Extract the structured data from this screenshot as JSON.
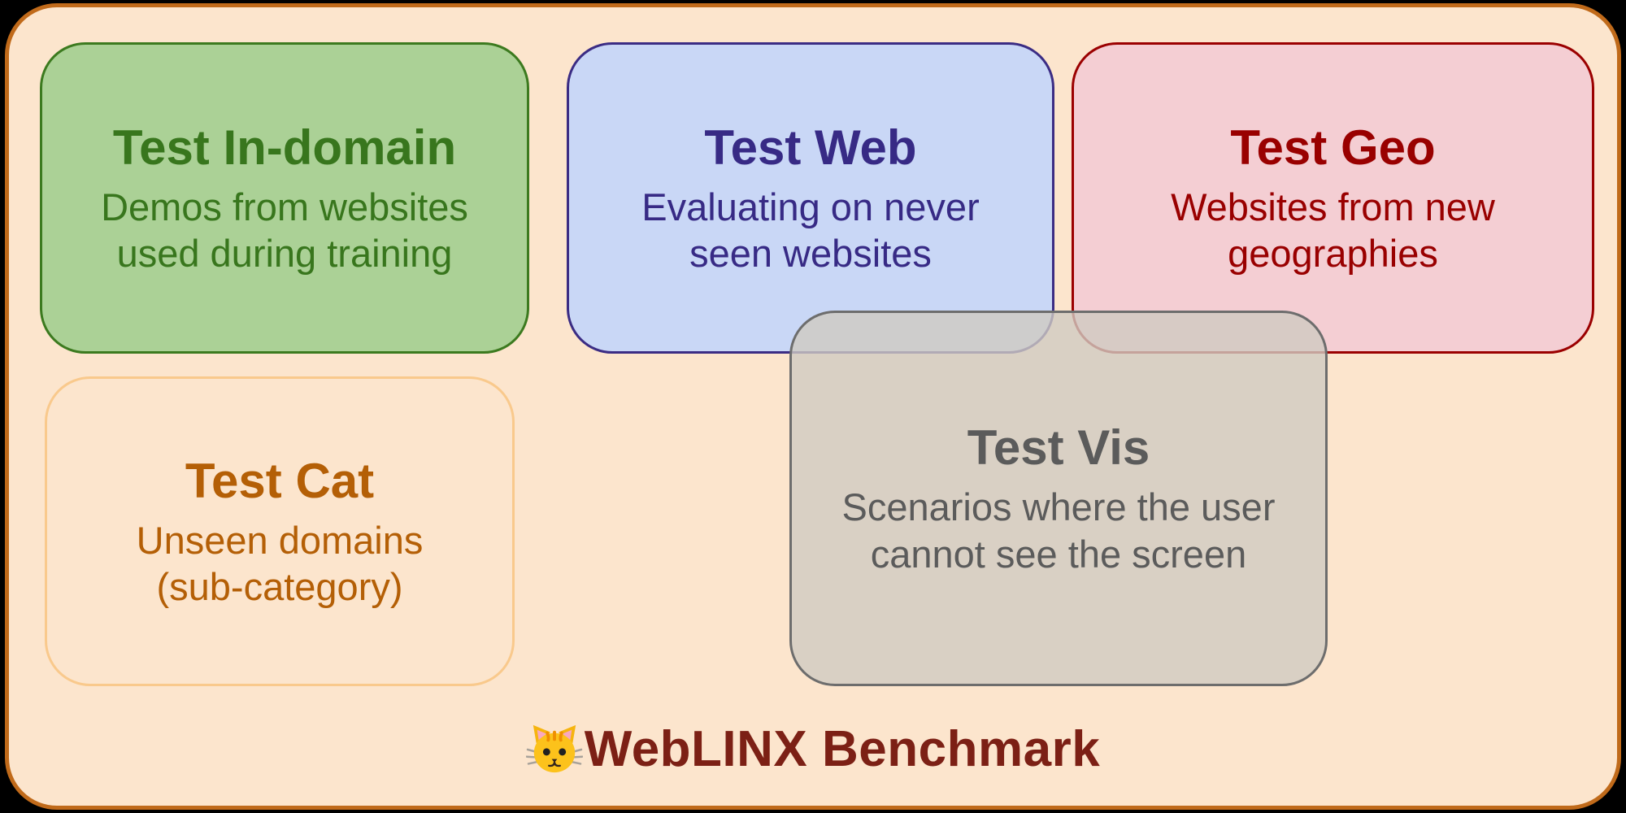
{
  "page": {
    "background": "#000000"
  },
  "container": {
    "fill": "#fce5cd",
    "border_color": "#c06a1a"
  },
  "boxes": [
    {
      "id": "test-in-domain",
      "title": "Test In-domain",
      "description": "Demos from websites\nused during training",
      "fill": "#abd196",
      "border": "#3c7a1f",
      "text_color": "#38761d"
    },
    {
      "id": "test-web",
      "title": "Test Web",
      "description": "Evaluating on never\nseen websites",
      "fill": "#c9d7f6",
      "border": "#3b2c84",
      "text_color": "#372a85"
    },
    {
      "id": "test-geo",
      "title": "Test Geo",
      "description": "Websites from new\ngeographies",
      "fill": "#f4ced3",
      "border": "#9b0000",
      "text_color": "#990000"
    },
    {
      "id": "test-cat",
      "title": "Test Cat",
      "description": "Unseen domains\n(sub-category)",
      "fill": "#fce5cd",
      "border": "#f9c98c",
      "text_color": "#b45f06"
    },
    {
      "id": "test-vis",
      "title": "Test Vis",
      "description": "Scenarios where the user\ncannot see the screen",
      "fill": "rgba(208,202,194,0.8)",
      "border": "#6d6d6d",
      "text_color": "#5b5b5b"
    }
  ],
  "footer": {
    "title": "WebLINX Benchmark",
    "emoji": "cat-face",
    "text_color": "#7c2015"
  }
}
